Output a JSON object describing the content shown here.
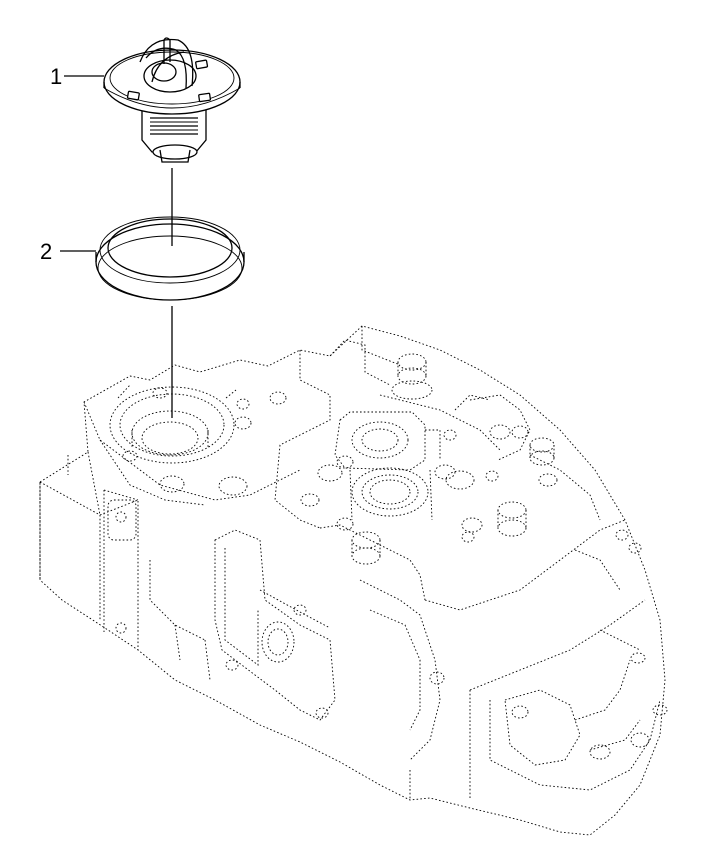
{
  "callouts": [
    {
      "number": "1",
      "part": "thermostat"
    },
    {
      "number": "2",
      "part": "gasket-ring"
    }
  ],
  "colors": {
    "line": "#000000",
    "background": "#ffffff"
  }
}
